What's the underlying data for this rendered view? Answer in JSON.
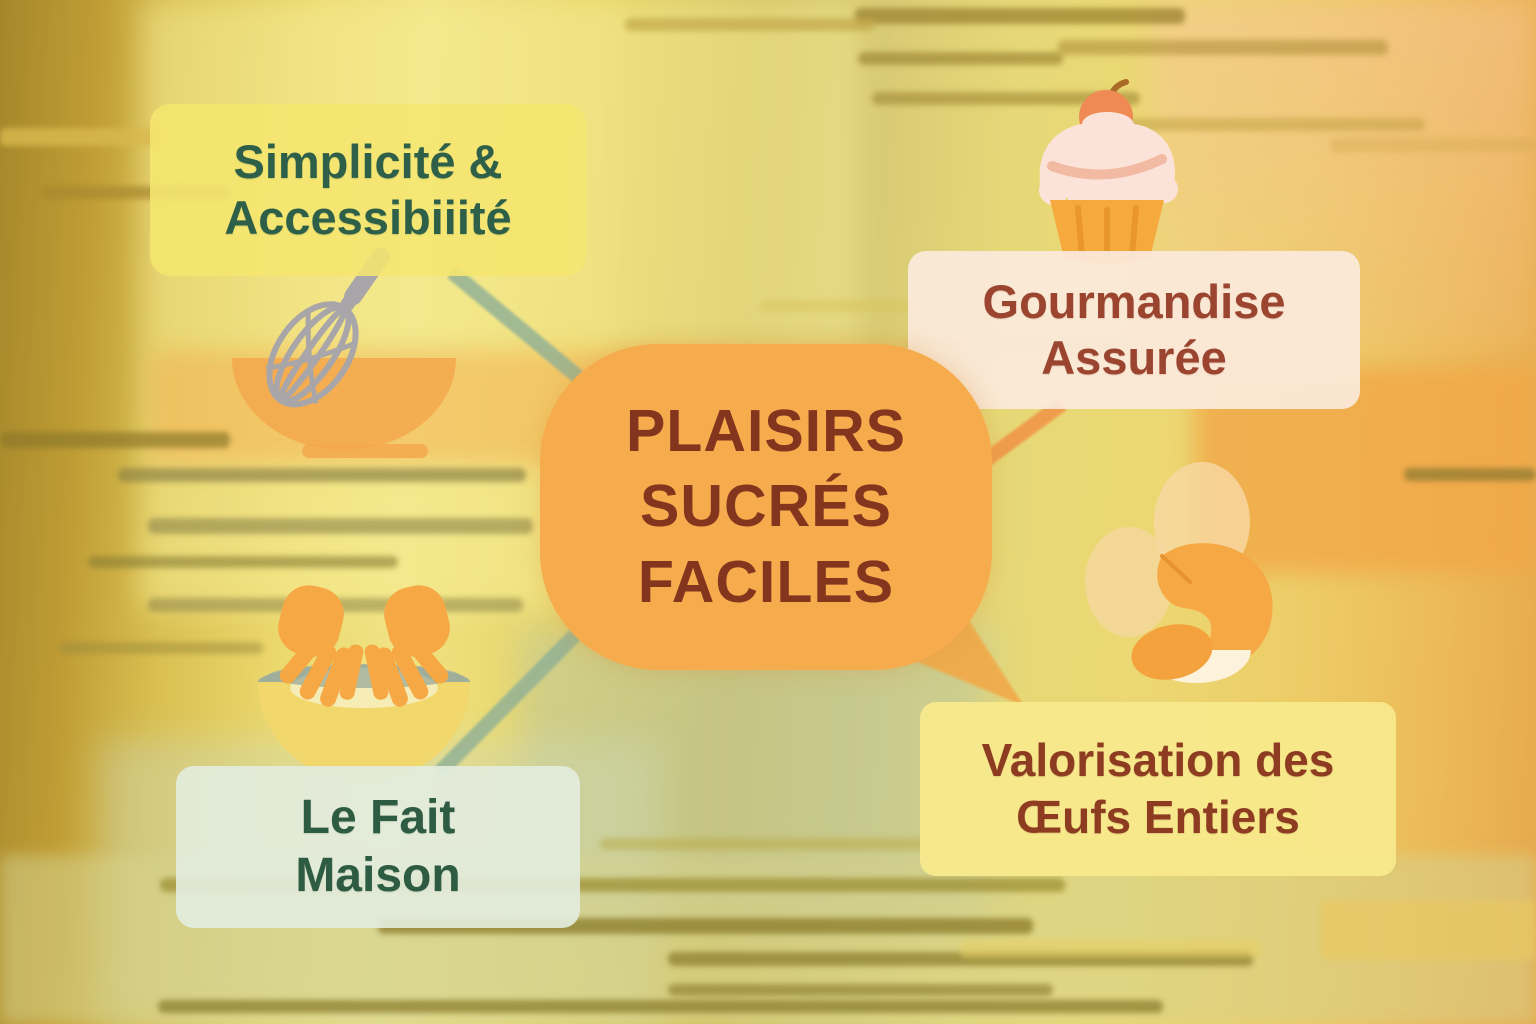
{
  "diagram": {
    "title": "PLAISIRS SUCRÉS FACILES",
    "center": {
      "lines": [
        "PLAISIRS",
        "SUCRÉS",
        "FACILES"
      ],
      "bg_color": "#f6ab4d",
      "text_color": "#83351e"
    },
    "branches": [
      {
        "position": "top-left",
        "lines": [
          "Simplicité &",
          "Accessibiiité"
        ],
        "icon": "whisk-and-bowl-icon",
        "bg_color": "#f5e670",
        "text_color": "#2e6049"
      },
      {
        "position": "top-right",
        "lines": [
          "Gourmandise",
          "Assurée"
        ],
        "icon": "cupcake-icon",
        "bg_color": "#fbe9dc",
        "text_color": "#9b4530"
      },
      {
        "position": "bottom-left",
        "lines": [
          "Le Fait",
          "Maison"
        ],
        "icon": "kneading-hands-bowl-icon",
        "bg_color": "#e3edde",
        "text_color": "#2e5c43"
      },
      {
        "position": "bottom-right",
        "lines": [
          "Valorisation des",
          "Œufs Entiers"
        ],
        "icon": "eggs-icon",
        "bg_color": "#f8e98c",
        "text_color": "#8d3c21"
      }
    ],
    "connectors": {
      "left_color": "#8fb096",
      "right_color": "#f09a4c"
    }
  }
}
